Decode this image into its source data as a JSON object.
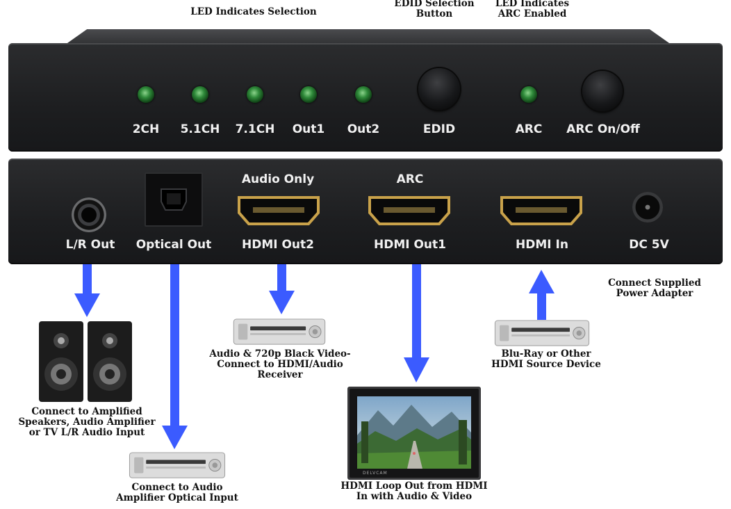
{
  "captions": {
    "led_selection": "LED Indicates Selection",
    "edid_button": [
      "EDID Selection",
      "Button"
    ],
    "arc_led": [
      "LED Indicates",
      "ARC Enabled"
    ],
    "power": [
      "Connect Supplied",
      "Power Adapter"
    ],
    "amp_speakers": [
      "Connect to Amplified",
      "Speakers, Audio Amplifier",
      "or TV L/R Audio Input"
    ],
    "optical_amp": [
      "Connect to Audio",
      "Amplifier Optical Input"
    ],
    "audio_receiver": [
      "Audio & 720p Black Video-",
      "Connect to HDMI/Audio",
      "Receiver"
    ],
    "loop_out": [
      "HDMI Loop Out from HDMI",
      "In with Audio & Video"
    ],
    "source": [
      "Blu-Ray or Other",
      "HDMI Source Device"
    ]
  },
  "front_panel": {
    "leds": [
      "2CH",
      "5.1CH",
      "7.1CH",
      "Out1",
      "Out2"
    ],
    "edid_label": "EDID",
    "arc_led_label": "ARC",
    "arc_button_label": "ARC On/Off"
  },
  "rear_panel": {
    "lr_out": "L/R Out",
    "optical_out": "Optical Out",
    "audio_only": "Audio Only",
    "hdmi_out2": "HDMI Out2",
    "arc": "ARC",
    "hdmi_out1": "HDMI Out1",
    "hdmi_in": "HDMI In",
    "dc": "DC 5V"
  },
  "tv_brand": "DELVCAM",
  "colors": {
    "arrow": "#3b5bff",
    "led": "#2f8a3a",
    "chassis": "#1f2022",
    "hdmi_gold": "#c9a24a"
  }
}
